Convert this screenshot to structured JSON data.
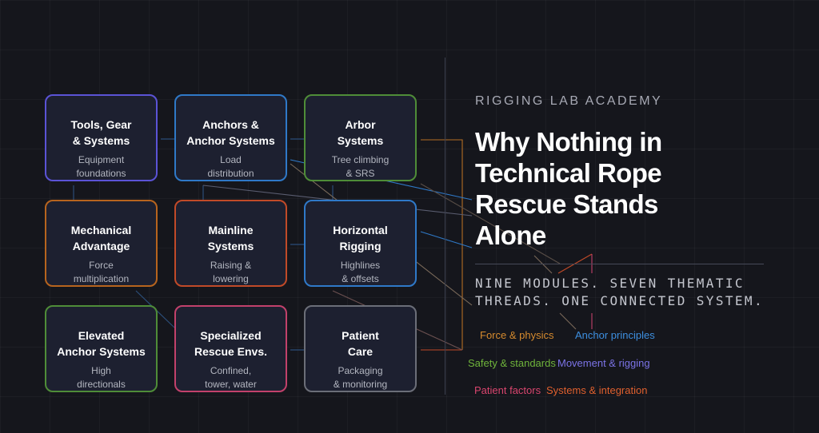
{
  "header": {
    "kicker": "RIGGING LAB ACADEMY",
    "title": "Why Nothing in Technical Rope Rescue Stands Alone",
    "subhead": "NINE MODULES. SEVEN THEMATIC THREADS. ONE CONNECTED SYSTEM."
  },
  "modules": [
    {
      "title": "Tools, Gear\n& Systems",
      "subtitle": "Equipment\nfoundations",
      "color": "#5b53d6"
    },
    {
      "title": "Anchors &\nAnchor Systems",
      "subtitle": "Load\ndistribution",
      "color": "#2f79c8"
    },
    {
      "title": "Arbor\nSystems",
      "subtitle": "Tree climbing\n& SRS",
      "color": "#4f8d38"
    },
    {
      "title": "Mechanical\nAdvantage",
      "subtitle": "Force\nmultiplication",
      "color": "#b7641e"
    },
    {
      "title": "Mainline\nSystems",
      "subtitle": "Raising &\nlowering",
      "color": "#c14a28"
    },
    {
      "title": "Horizontal\nRigging",
      "subtitle": "Highlines\n& offsets",
      "color": "#2f79c8"
    },
    {
      "title": "Elevated\nAnchor Systems",
      "subtitle": "High\ndirectionals",
      "color": "#4f8d38"
    },
    {
      "title": "Specialized\nRescue Envs.",
      "subtitle": "Confined,\ntower, water",
      "color": "#c2416b"
    },
    {
      "title": "Patient\nCare",
      "subtitle": "Packaging\n& monitoring",
      "color": "#6b6e78"
    }
  ],
  "threads": [
    {
      "label": "Force & physics",
      "color": "#d58a2e"
    },
    {
      "label": "Anchor principles",
      "color": "#3d8fe0"
    },
    {
      "label": "Safety & standards",
      "color": "#6fb43b"
    },
    {
      "label": "Movement & rigging",
      "color": "#7b73e6"
    },
    {
      "label": "Patient factors",
      "color": "#d9456e"
    },
    {
      "label": "Systems & integration",
      "color": "#e0602e"
    }
  ]
}
